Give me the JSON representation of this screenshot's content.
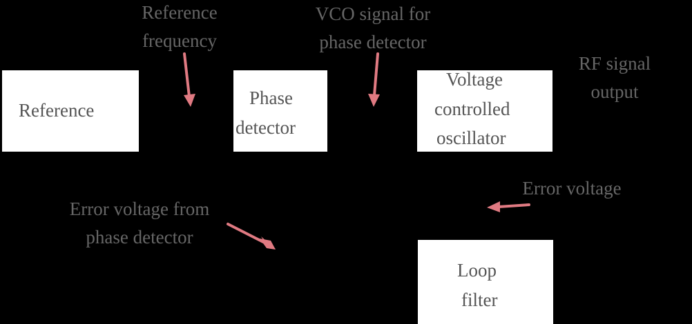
{
  "colors": {
    "background": "#000000",
    "block_fill": "#ffffff",
    "block_text": "#555555",
    "label_text": "#666666",
    "arrow": "#e07a82"
  },
  "blocks": {
    "reference": {
      "lines": [
        "Reference"
      ]
    },
    "phase_detector": {
      "lines": [
        "Phase",
        "detector"
      ]
    },
    "vco": {
      "lines": [
        "Voltage",
        "controlled",
        "oscillator"
      ]
    },
    "loop_filter": {
      "lines": [
        "Loop",
        "filter"
      ]
    }
  },
  "labels": {
    "reference_frequency": {
      "lines": [
        "Reference",
        "frequency"
      ]
    },
    "vco_signal": {
      "lines": [
        "VCO signal for",
        "phase detector"
      ]
    },
    "rf_output": {
      "lines": [
        "RF signal",
        "output"
      ]
    },
    "error_voltage": {
      "lines": [
        "Error voltage"
      ]
    },
    "error_voltage_from_pd": {
      "lines": [
        "Error voltage from",
        "phase detector"
      ]
    }
  },
  "arrow_icon": "annotation-arrow"
}
